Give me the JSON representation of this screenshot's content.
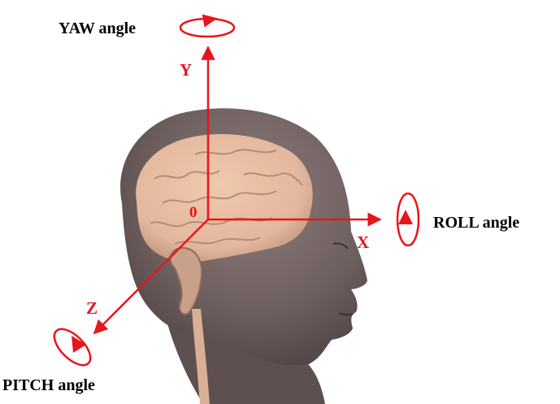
{
  "labels": {
    "yaw": "YAW angle",
    "roll": "ROLL angle",
    "pitch": "PITCH angle",
    "axis_y": "Y",
    "axis_x": "X",
    "axis_z": "Z",
    "origin": "0"
  },
  "colors": {
    "axis": "#e8151b",
    "angle_text": "#000000",
    "head_skin": "#6e5f5f",
    "head_shadow": "#4a3e3e",
    "brain": "#e3b79d",
    "brain_shadow": "#b98d75",
    "background": "#ffffff"
  },
  "figure": {
    "subject": "head-with-brain-icon"
  }
}
